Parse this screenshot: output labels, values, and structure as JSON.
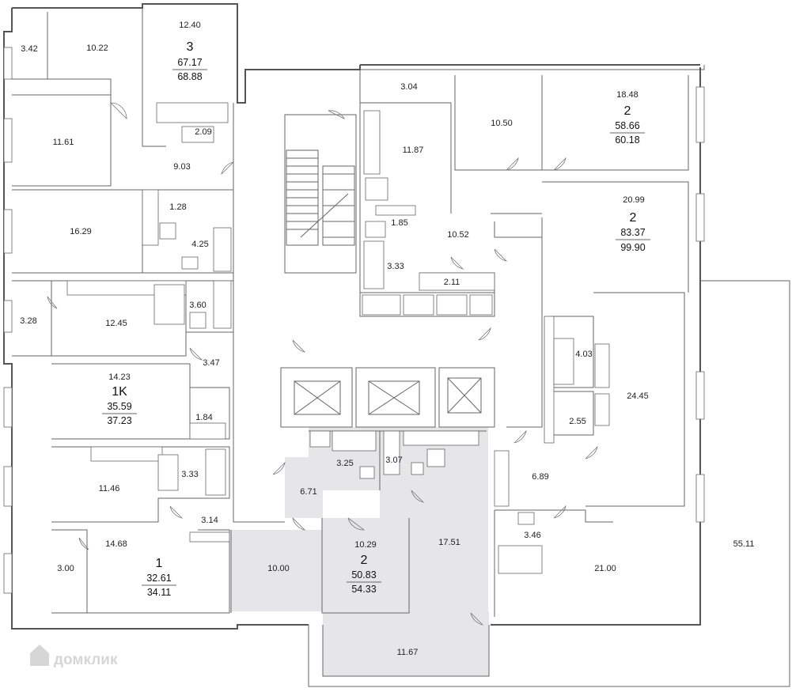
{
  "watermark": {
    "text": "домклик"
  },
  "room_areas": {
    "r01": "3.42",
    "r02": "10.22",
    "r03": "12.40",
    "r04": "11.61",
    "r05": "2.09",
    "r06": "9.03",
    "r07": "16.29",
    "r08": "1.28",
    "r09": "4.25",
    "r10": "3.28",
    "r11": "12.45",
    "r12": "3.60",
    "r13": "3.47",
    "r14": "14.23",
    "r15": "1.84",
    "r16": "11.46",
    "r17": "3.33",
    "r18": "3.14",
    "r19": "14.68",
    "r20": "3.00",
    "r21": "3.04",
    "r22": "10.50",
    "r23": "18.48",
    "r24": "11.87",
    "r25": "1.85",
    "r26": "10.52",
    "r27": "3.33",
    "r28": "2.11",
    "r29": "20.99",
    "r30": "4.03",
    "r31": "24.45",
    "r32": "2.55",
    "r33": "6.89",
    "r34": "3.46",
    "r35": "21.00",
    "r36": "55.11",
    "r37": "3.25",
    "r38": "3.07",
    "r39": "6.71",
    "r40": "10.29",
    "r41": "10.00",
    "r42": "17.51",
    "r43": "11.67"
  },
  "apartments": [
    {
      "type": "3",
      "living": "67.17",
      "total": "68.88"
    },
    {
      "type": "1K",
      "living": "35.59",
      "total": "37.23"
    },
    {
      "type": "1",
      "living": "32.61",
      "total": "34.11"
    },
    {
      "type": "2",
      "living": "58.66",
      "total": "60.18"
    },
    {
      "type": "2",
      "living": "83.37",
      "total": "99.90"
    },
    {
      "type": "2",
      "living": "50.83",
      "total": "54.33"
    }
  ]
}
